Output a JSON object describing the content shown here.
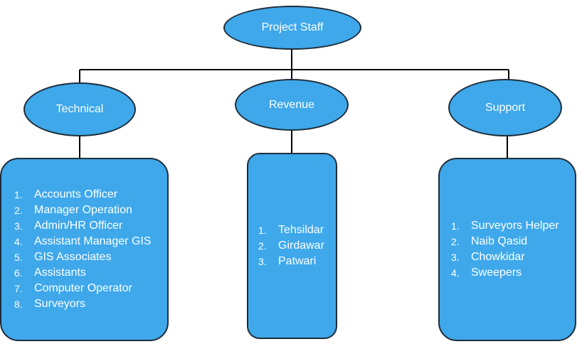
{
  "root": {
    "label": "Project Staff"
  },
  "categories": [
    {
      "label": "Technical",
      "items": [
        "Accounts Officer",
        "Manager Operation",
        "Admin/HR Officer",
        "Assistant Manager GIS",
        "GIS Associates",
        "Assistants",
        "Computer Operator",
        "Surveyors"
      ]
    },
    {
      "label": "Revenue",
      "items": [
        "Tehsildar",
        "Girdawar",
        "Patwari"
      ]
    },
    {
      "label": "Support",
      "items": [
        "Surveyors Helper",
        "Naib Qasid",
        "Chowkidar",
        "Sweepers"
      ]
    }
  ],
  "colors": {
    "fill": "#3ea8eb",
    "stroke": "#1f2d3a",
    "connector": "#000000",
    "text": "#ffffff"
  }
}
